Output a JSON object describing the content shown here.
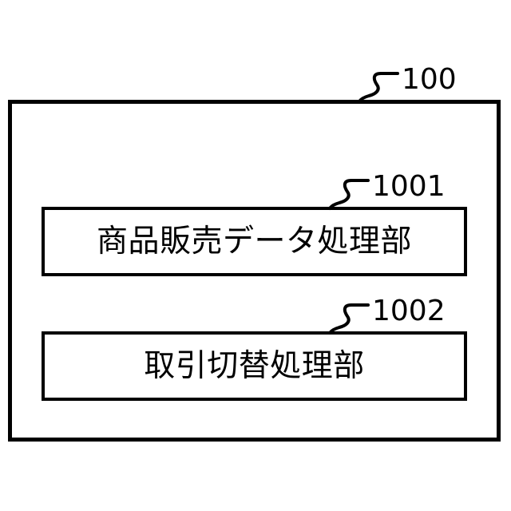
{
  "figure": {
    "type": "patent-block-diagram",
    "background_color": "#ffffff",
    "line_color": "#000000",
    "outer_block": {
      "reference_numeral": "100",
      "label": ""
    },
    "inner_blocks": [
      {
        "reference_numeral": "1001",
        "label": "商品販売データ処理部"
      },
      {
        "reference_numeral": "1002",
        "label": "取引切替処理部"
      }
    ],
    "leaders": [
      {
        "target": "100",
        "shape": "s-curve-hook"
      },
      {
        "target": "1001",
        "shape": "s-curve-hook"
      },
      {
        "target": "1002",
        "shape": "s-curve-hook"
      }
    ]
  }
}
